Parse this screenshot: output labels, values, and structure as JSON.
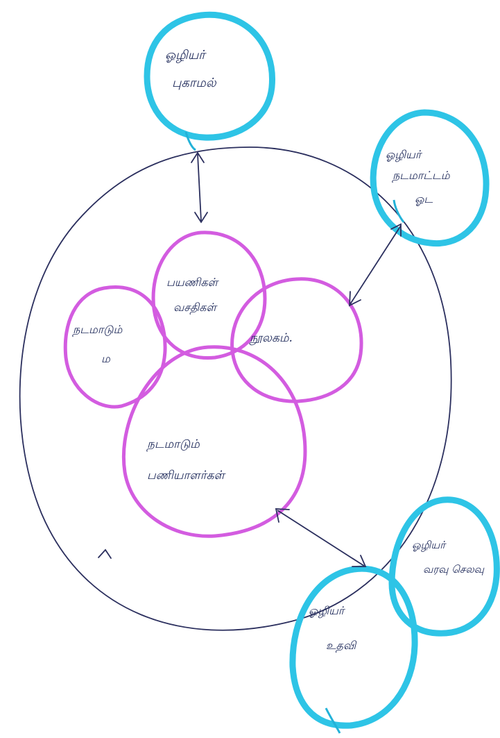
{
  "diagram": {
    "nodes": {
      "top_external": {
        "line1": "ஓழியர்",
        "line2": "புகாமல்"
      },
      "right_external": {
        "line1": "ஓழியர்",
        "line2": "நடமாட்டம்",
        "line3": "ஓட"
      },
      "bottom_right_external_a": {
        "line1": "ஓழியர்",
        "line2": "வரவு செலவு"
      },
      "bottom_right_external_b": {
        "line1": "ஓழியர்",
        "line2": "உதவி"
      },
      "petal_left": {
        "line1": "நடமாடும்",
        "line2": "ம"
      },
      "petal_top": {
        "line1": "பயணிகள்",
        "line2": "வசதிகள்"
      },
      "petal_right": {
        "line1": "நூலகம்."
      },
      "core": {
        "line1": "நடமாடும்",
        "line2": "பணியாளர்கள்"
      }
    },
    "colors": {
      "outer_circle": "#2b2f5e",
      "external_nodes": "#2ec4e6",
      "inner_petals": "#d35ce0"
    }
  }
}
